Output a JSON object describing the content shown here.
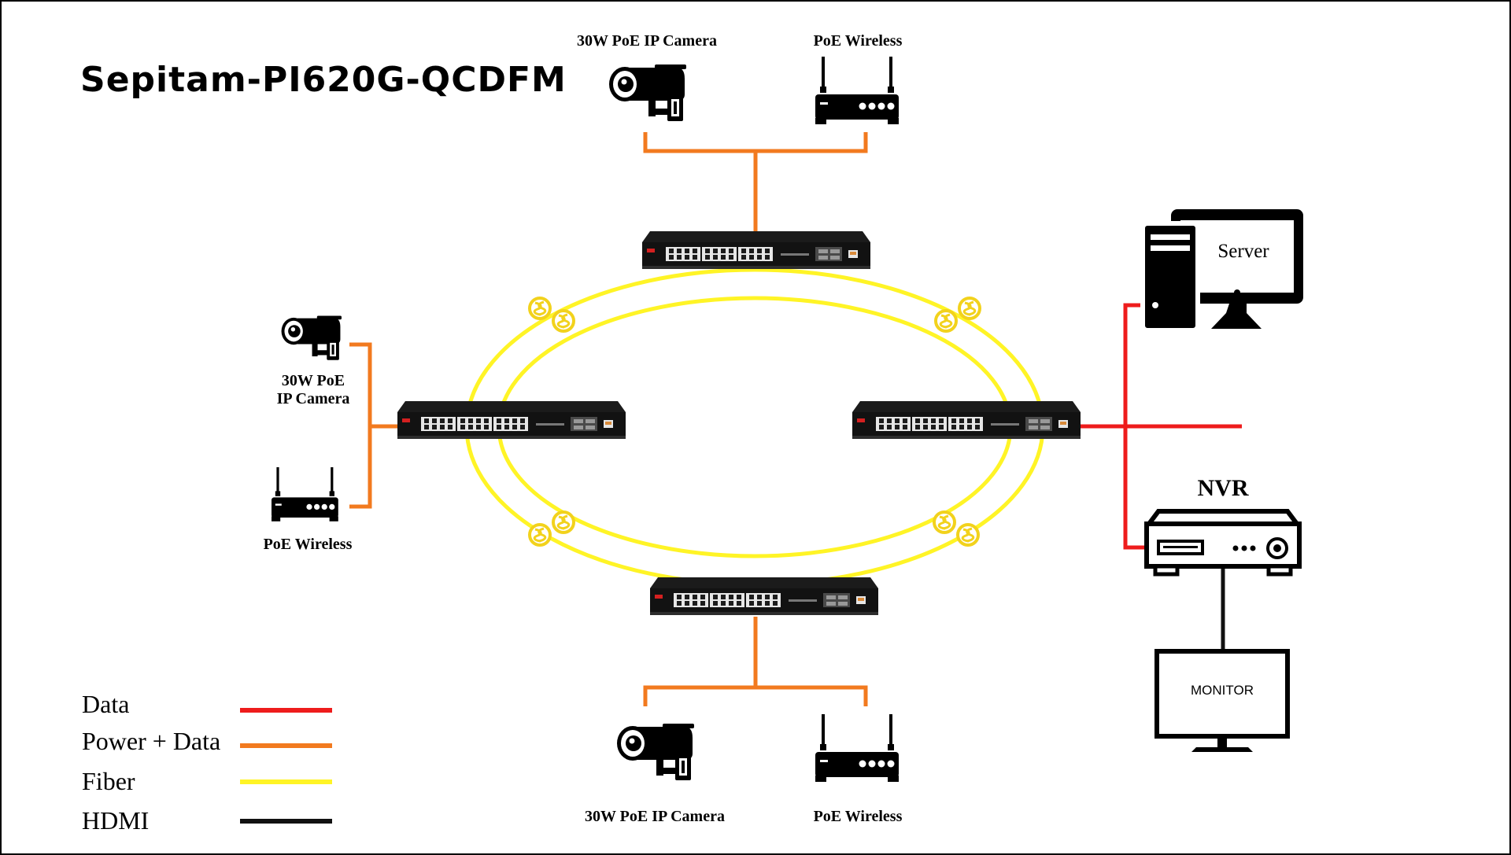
{
  "title": "Sepitam-PI620G-QCDFM",
  "colors": {
    "data": "#ee1c1c",
    "power_data": "#f27a1f",
    "fiber": "#fff426",
    "hdmi": "#111111"
  },
  "devices": {
    "top_camera": "30W PoE IP Camera",
    "top_wireless": "PoE Wireless",
    "left_camera_line1": "30W PoE",
    "left_camera_line2": "IP Camera",
    "left_wireless": "PoE Wireless",
    "bottom_camera": "30W PoE IP Camera",
    "bottom_wireless": "PoE Wireless",
    "server": "Server",
    "nvr": "NVR",
    "monitor": "MONITOR"
  },
  "icons": {
    "camera": "ip-camera-icon",
    "wireless": "router-icon",
    "switch": "network-switch-icon",
    "server": "server-computer-icon",
    "nvr": "nvr-icon",
    "monitor": "monitor-icon",
    "fiber_connector": "fiber-connector-icon"
  },
  "legend": {
    "data": "Data",
    "power_data": "Power + Data",
    "fiber": "Fiber",
    "hdmi": "HDMI"
  }
}
